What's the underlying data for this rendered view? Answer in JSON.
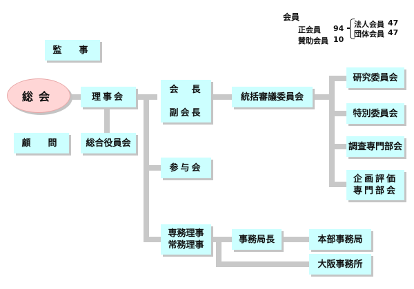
{
  "members": {
    "title": "会員",
    "regular_label": "正会員",
    "regular_count": "94",
    "supporting_label": "賛助会員",
    "supporting_count": "10",
    "corporate_label": "法人会員",
    "corporate_count": "47",
    "group_label": "団体会員",
    "group_count": "47"
  },
  "nodes": {
    "auditor": "監　事",
    "general_assembly": "総会",
    "board": "理事会",
    "advisor": "顧　問",
    "executive_officers": "総合役員会",
    "president": "会　長\n\n副会長",
    "council": "参与会",
    "directors": "専務理事\n常務理事",
    "steering": "統括審議委員会",
    "research": "研究委員会",
    "special": "特別委員会",
    "survey": "調査専門部会",
    "planning": "企画評価\n専門部会",
    "secretary_general": "事務局長",
    "head_office": "本部事務局",
    "osaka_office": "大阪事務所"
  },
  "colors": {
    "box": "#ccffff",
    "ellipse": "#ffd6d6",
    "connector": "#c8c8c8",
    "shadow": "#c4c4c4"
  }
}
